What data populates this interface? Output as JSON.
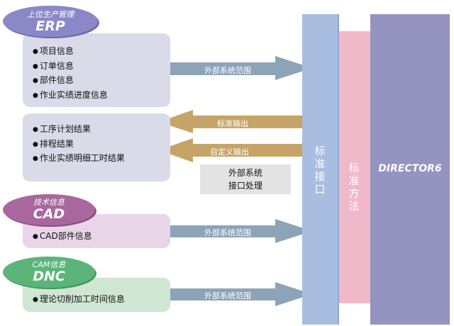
{
  "colors": {
    "erp_pill": "#8b88c8",
    "cad_pill": "#a9679f",
    "dnc_pill": "#5bb57a",
    "arrow_out": "#8da3b8",
    "arrow_in": "#c6a468",
    "standard_interface": "#a8bde0",
    "standard_method": "#f0b9c9",
    "director": "#9593bf"
  },
  "erp": {
    "subtitle": "上位生产管理",
    "title": "ERP",
    "items": [
      "项目信息",
      "订单信息",
      "部件信息",
      "作业实绩进度信息"
    ]
  },
  "results": {
    "items": [
      "工序计划结果",
      "排程结果",
      "作业实绩明细工时结果"
    ]
  },
  "cad": {
    "subtitle": "技术信息",
    "title": "CAD",
    "items": [
      "CAD部件信息"
    ]
  },
  "dnc": {
    "subtitle": "CAM信息",
    "title": "DNC",
    "items": [
      "理论切削加工时间信息"
    ]
  },
  "arrows": {
    "erp_out": "外部系统范围",
    "standard_output": "标准输出",
    "custom_output": "自定义输出",
    "cad_out": "外部系统范围",
    "dnc_out": "外部系统范围"
  },
  "processing": {
    "line1": "外部系统",
    "line2": "接口处理"
  },
  "columns": {
    "standard_interface": "标准接口",
    "standard_method": "标准方法",
    "director": "DIRECTOR6"
  }
}
